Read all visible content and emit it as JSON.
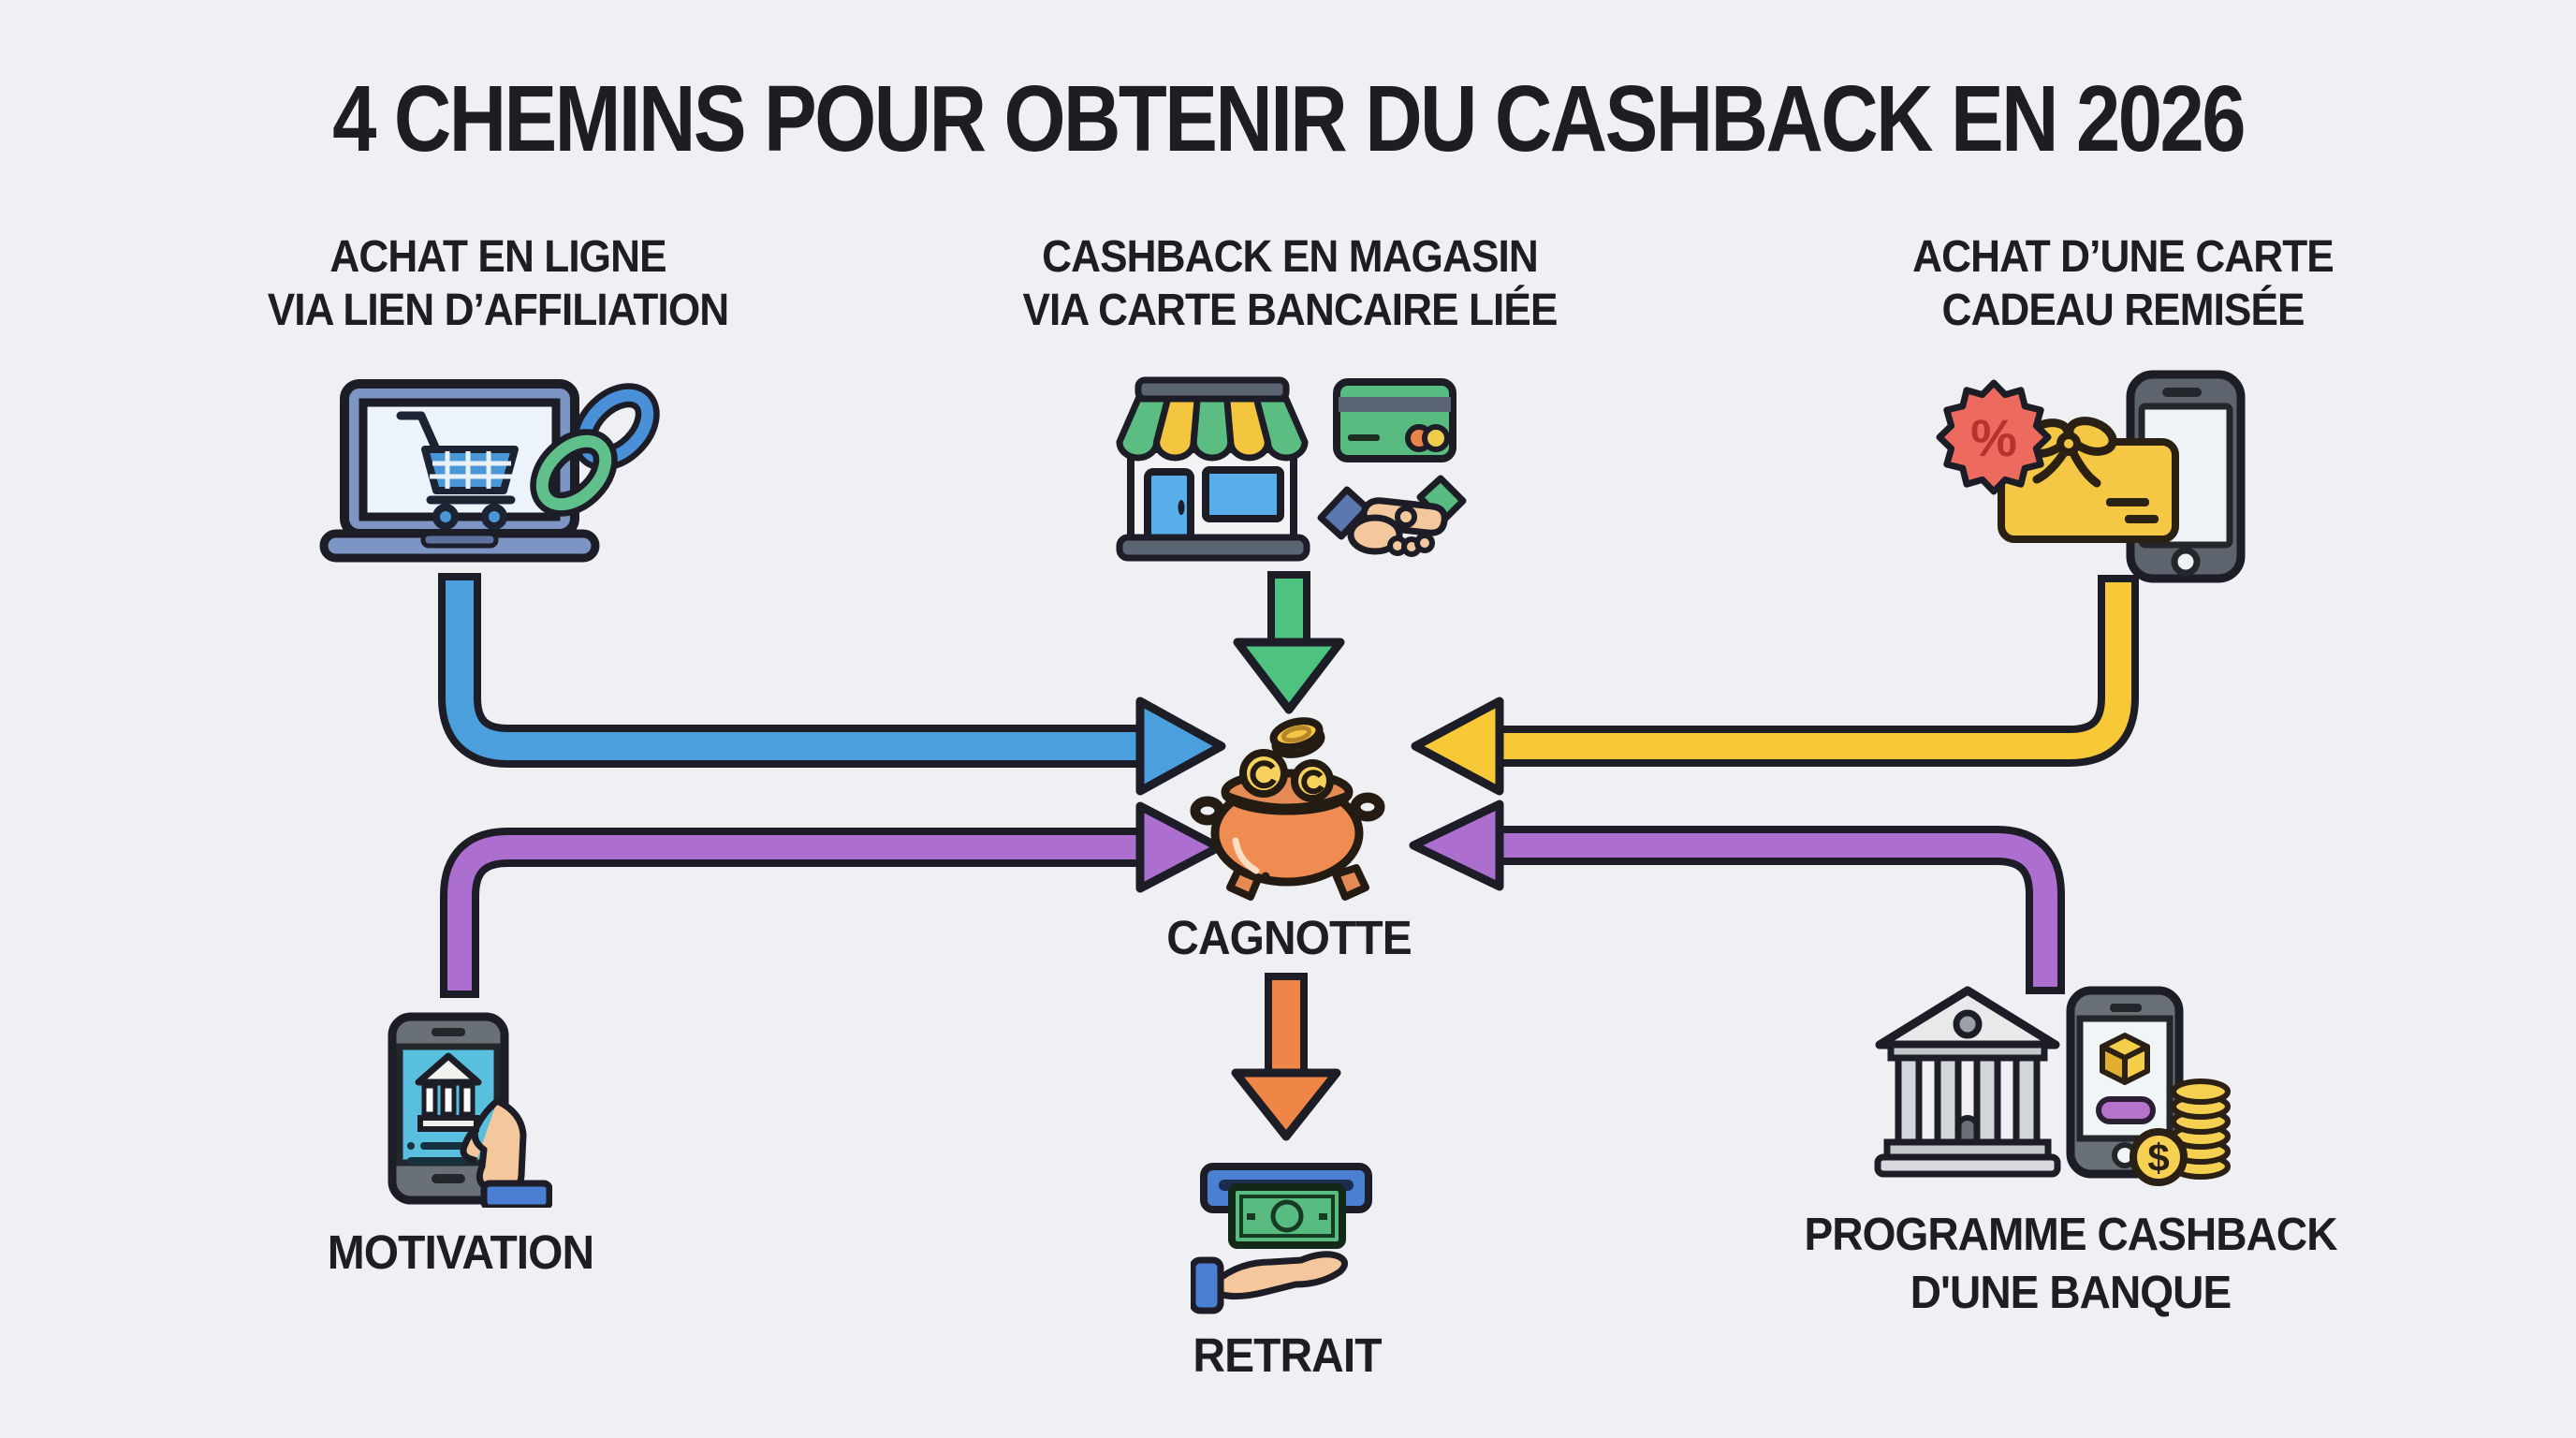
{
  "title": "4 CHEMINS POUR OBTENIR DU CASHBACK EN 2026",
  "colors": {
    "background": "#eef0f4",
    "outline": "#1c1d26",
    "blue_arrow": "#4a9fdc",
    "green_arrow": "#4ec380",
    "yellow_arrow": "#f7c937",
    "purple_arrow": "#ac6fd0",
    "orange_arrow": "#ef8648",
    "pot_orange": "#ef8c52",
    "coin_gold": "#f4c844"
  },
  "sources": {
    "affiliate": {
      "line1": "ACHAT EN LIGNE",
      "line2": "VIA LIEN D’AFFILIATION",
      "icons": [
        "laptop-shopping-cart-icon",
        "affiliate-link-icon"
      ],
      "arrow_color": "#4a9fdc"
    },
    "in_store": {
      "line1": "CASHBACK EN MAGASIN",
      "line2": "VIA CARTE BANCAIRE LIÉE",
      "icons": [
        "store-icon",
        "bank-card-icon",
        "handshake-icon"
      ],
      "arrow_color": "#4ec380"
    },
    "gift_card": {
      "line1": "ACHAT D’UNE CARTE",
      "line2": "CADEAU REMISÉE",
      "badge_symbol": "%",
      "icons": [
        "discount-badge-icon",
        "gift-card-icon",
        "smartphone-icon"
      ],
      "arrow_color": "#f7c937"
    },
    "motivation": {
      "label": "MOTIVATION",
      "icons": [
        "banking-app-phone-icon"
      ],
      "arrow_color": "#ac6fd0"
    },
    "bank_program": {
      "line1": "PROGRAMME CASHBACK",
      "line2": "D'UNE BANQUE",
      "coin_symbol": "$",
      "icons": [
        "bank-building-icon",
        "cashback-app-phone-icon",
        "coin-stack-icon"
      ],
      "arrow_color": "#ac6fd0"
    }
  },
  "center": {
    "label": "CAGNOTTE",
    "icon": "money-pot-icon"
  },
  "withdrawal": {
    "label": "RETRAIT",
    "icon": "cash-withdrawal-icon",
    "arrow_color": "#ef8648"
  }
}
